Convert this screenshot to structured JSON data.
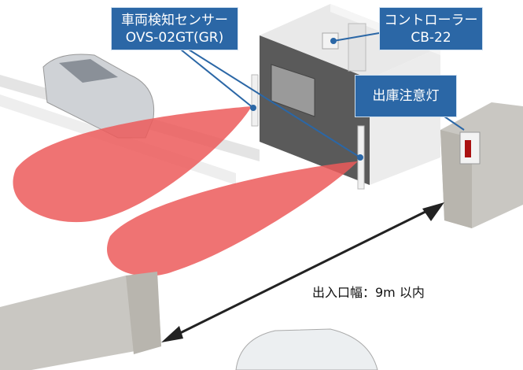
{
  "labels": {
    "sensor": {
      "title": "車両検知センサー",
      "model": "OVS-02GT(GR)"
    },
    "controller": {
      "title": "コントローラー",
      "model": "CB-22"
    },
    "warning_light": {
      "title": "出庫注意灯"
    }
  },
  "dimension": "出入口幅：9m 以内",
  "colors": {
    "label_bg": "#2b67a6",
    "beam": "#ec5a5a",
    "wall": "#c9c7c2"
  }
}
